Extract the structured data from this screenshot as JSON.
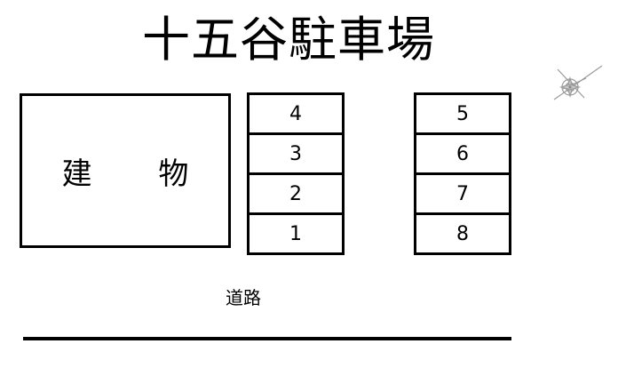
{
  "title": "十五谷駐車場",
  "building": {
    "label": "建 物"
  },
  "parking_left": [
    {
      "number": "4"
    },
    {
      "number": "3"
    },
    {
      "number": "2"
    },
    {
      "number": "1"
    }
  ],
  "parking_right": [
    {
      "number": "5"
    },
    {
      "number": "6"
    },
    {
      "number": "7"
    },
    {
      "number": "8"
    }
  ],
  "road": {
    "label": "道路"
  },
  "compass": {
    "icon": "compass-rose-icon"
  }
}
